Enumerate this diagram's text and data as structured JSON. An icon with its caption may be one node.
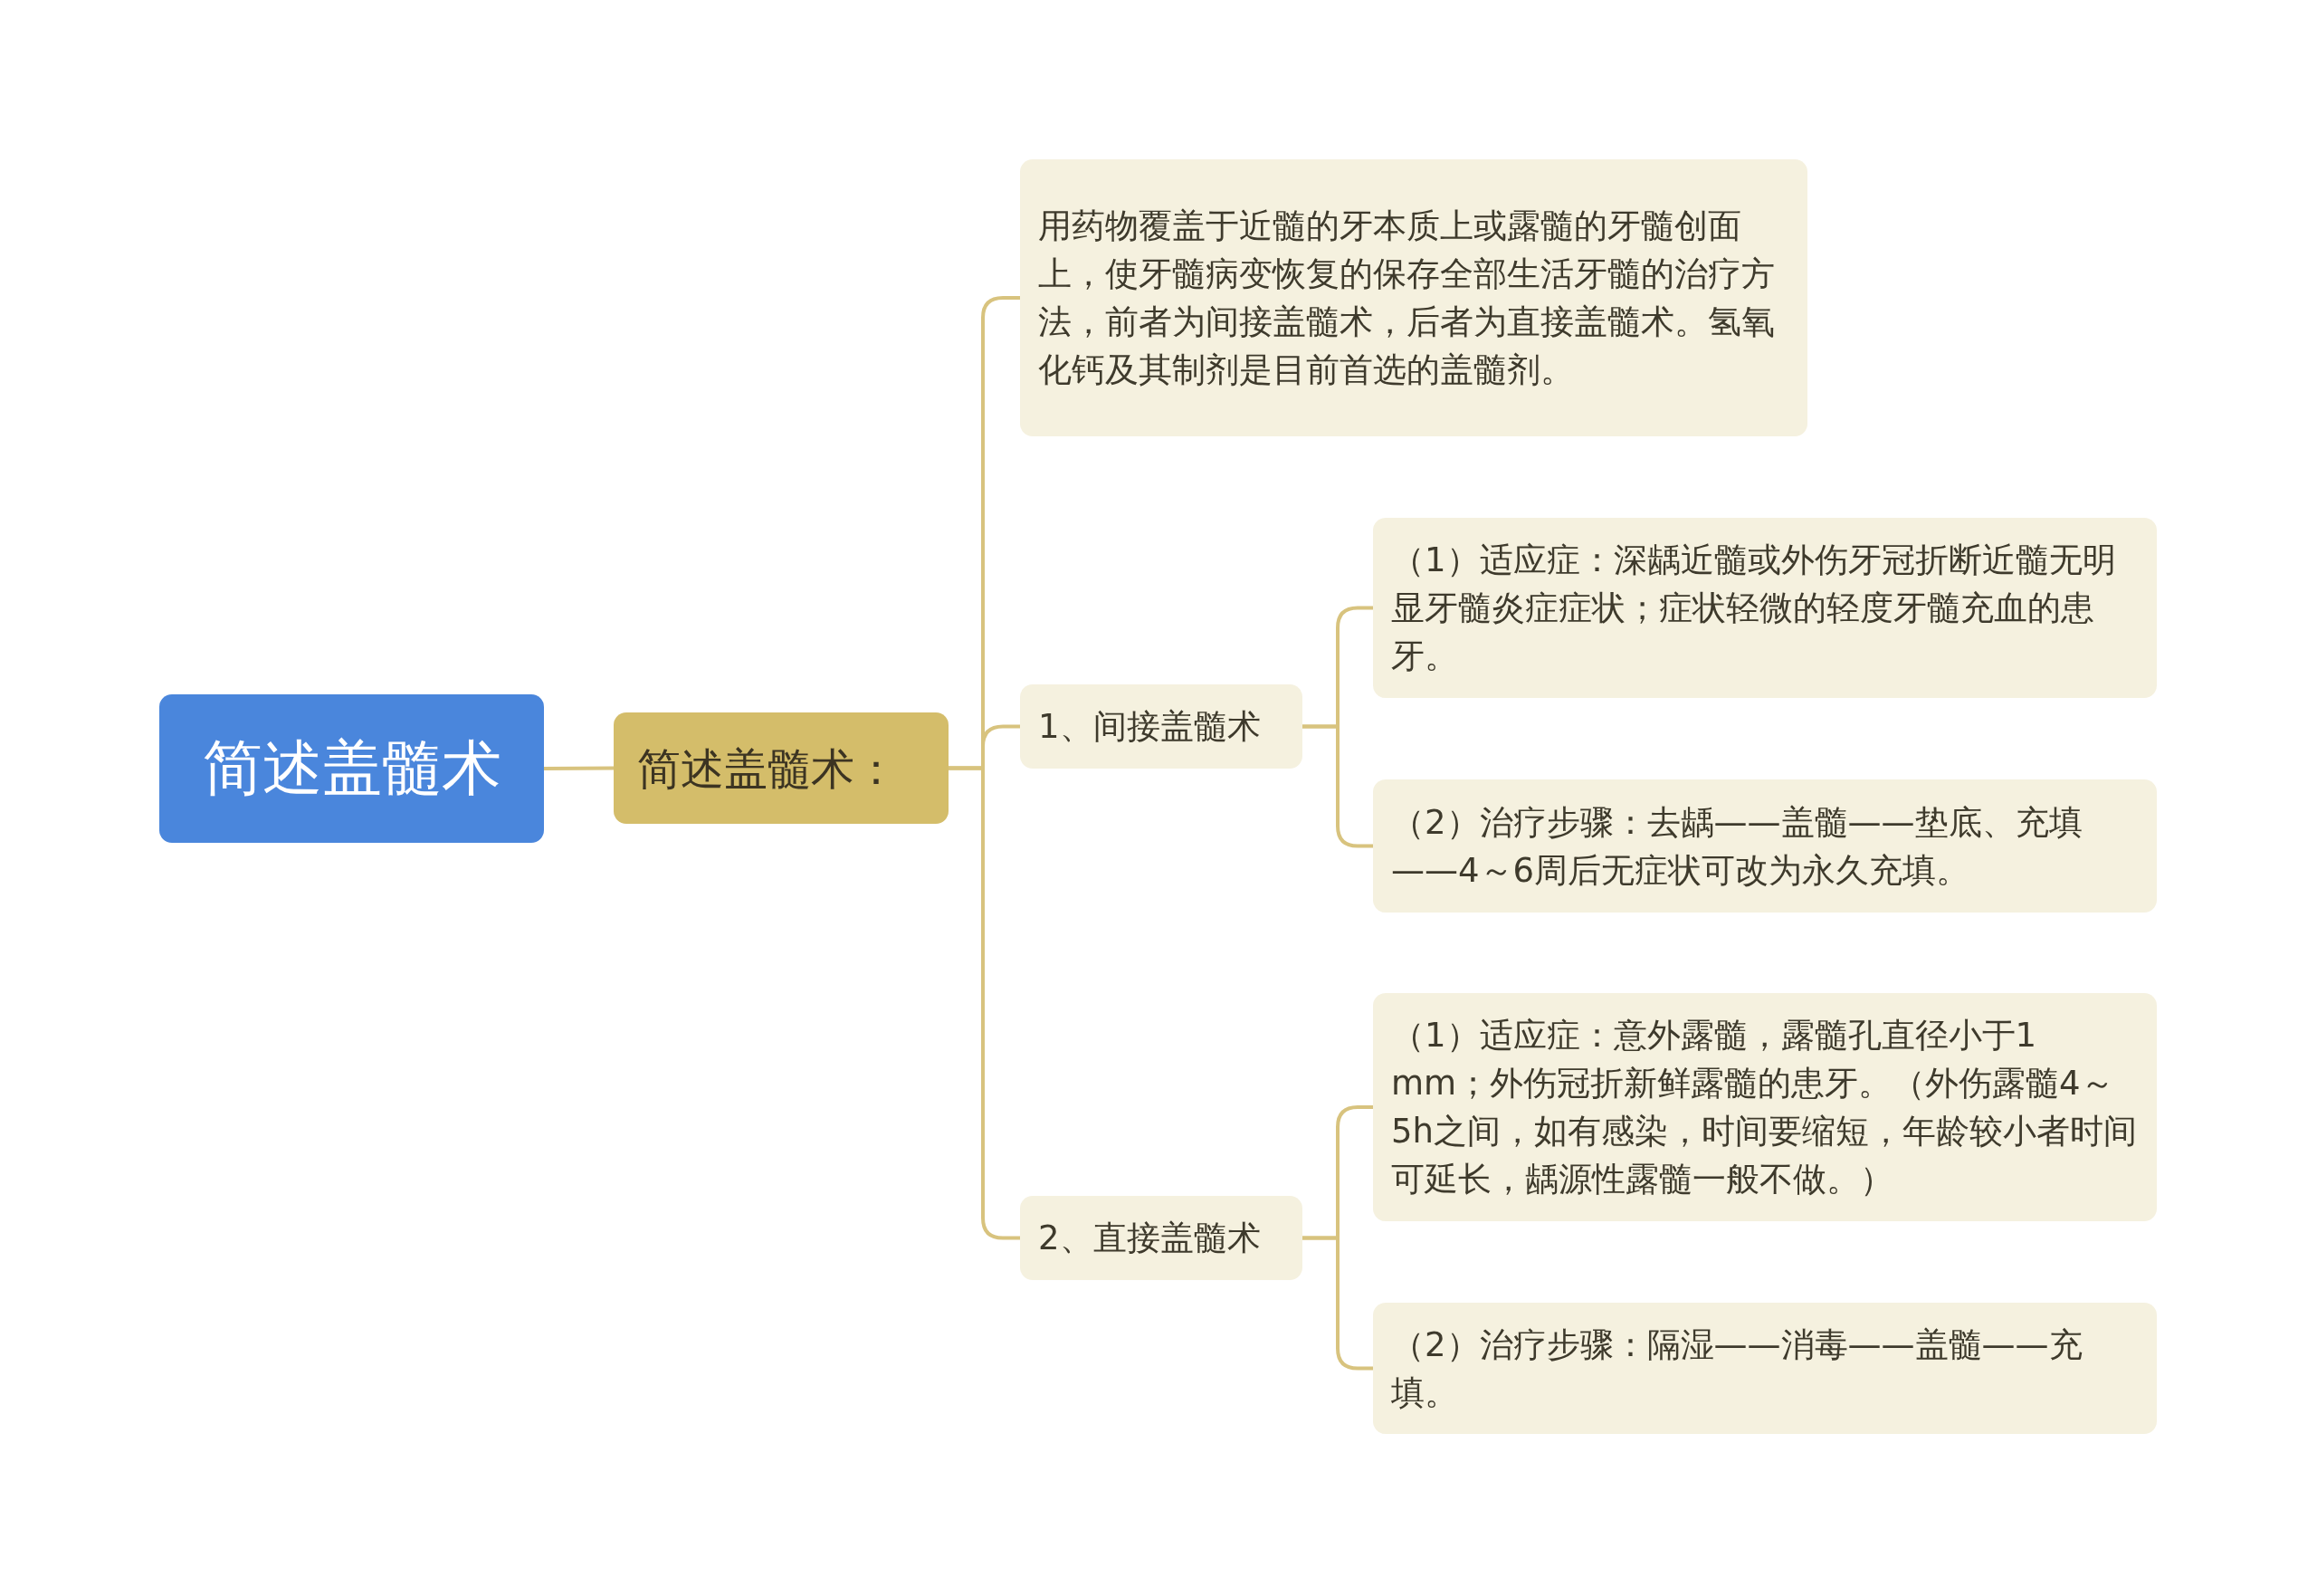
{
  "diagram": {
    "nodes": [
      {
        "text": [
          "简述盖髓术"
        ]
      },
      {
        "text": [
          "简述盖髓术："
        ]
      },
      {
        "text": [
          "用药物覆盖于近髓的牙本质上或露髓的牙髓创面上，使牙髓病变恢复的保存全部生活牙髓的治疗方法，前者为间接盖髓术，后者为直接盖髓术。氢氧化钙及其制剂是目前首选的盖髓剂。"
        ]
      },
      {
        "text": [
          "1、间接盖髓术"
        ]
      },
      {
        "text": [
          "（1）适应症：深龋近髓或外伤牙冠折断近髓无明显牙髓炎症症状；症状轻微的轻度牙髓充血的患牙。"
        ]
      },
      {
        "text": [
          "（2）治疗步骤：去龋——盖髓——垫底、充填——4～6周后无症状可改为永久充填。"
        ]
      },
      {
        "text": [
          "2、直接盖髓术"
        ]
      },
      {
        "text": [
          "（1）适应症：意外露髓，露髓孔直径小于1 mm；外伤冠折新鲜露髓的患牙。（外伤露髓4～5h之间，如有感染，时间要缩短，年龄较小者时间可延长，龋源性露髓一般不做。）"
        ]
      },
      {
        "text": [
          "（2）治疗步骤：隔湿——消毒——盖髓——充填。"
        ]
      }
    ],
    "edges": [
      {
        "from": 0,
        "to": 1,
        "arrow": "none"
      },
      {
        "from": 1,
        "to": 2,
        "arrow": "none"
      },
      {
        "from": 1,
        "to": 3,
        "arrow": "none"
      },
      {
        "from": 1,
        "to": 6,
        "arrow": "none"
      },
      {
        "from": 3,
        "to": 4,
        "arrow": "none"
      },
      {
        "from": 3,
        "to": 5,
        "arrow": "none"
      },
      {
        "from": 6,
        "to": 7,
        "arrow": "none"
      },
      {
        "from": 6,
        "to": 8,
        "arrow": "none"
      }
    ]
  }
}
